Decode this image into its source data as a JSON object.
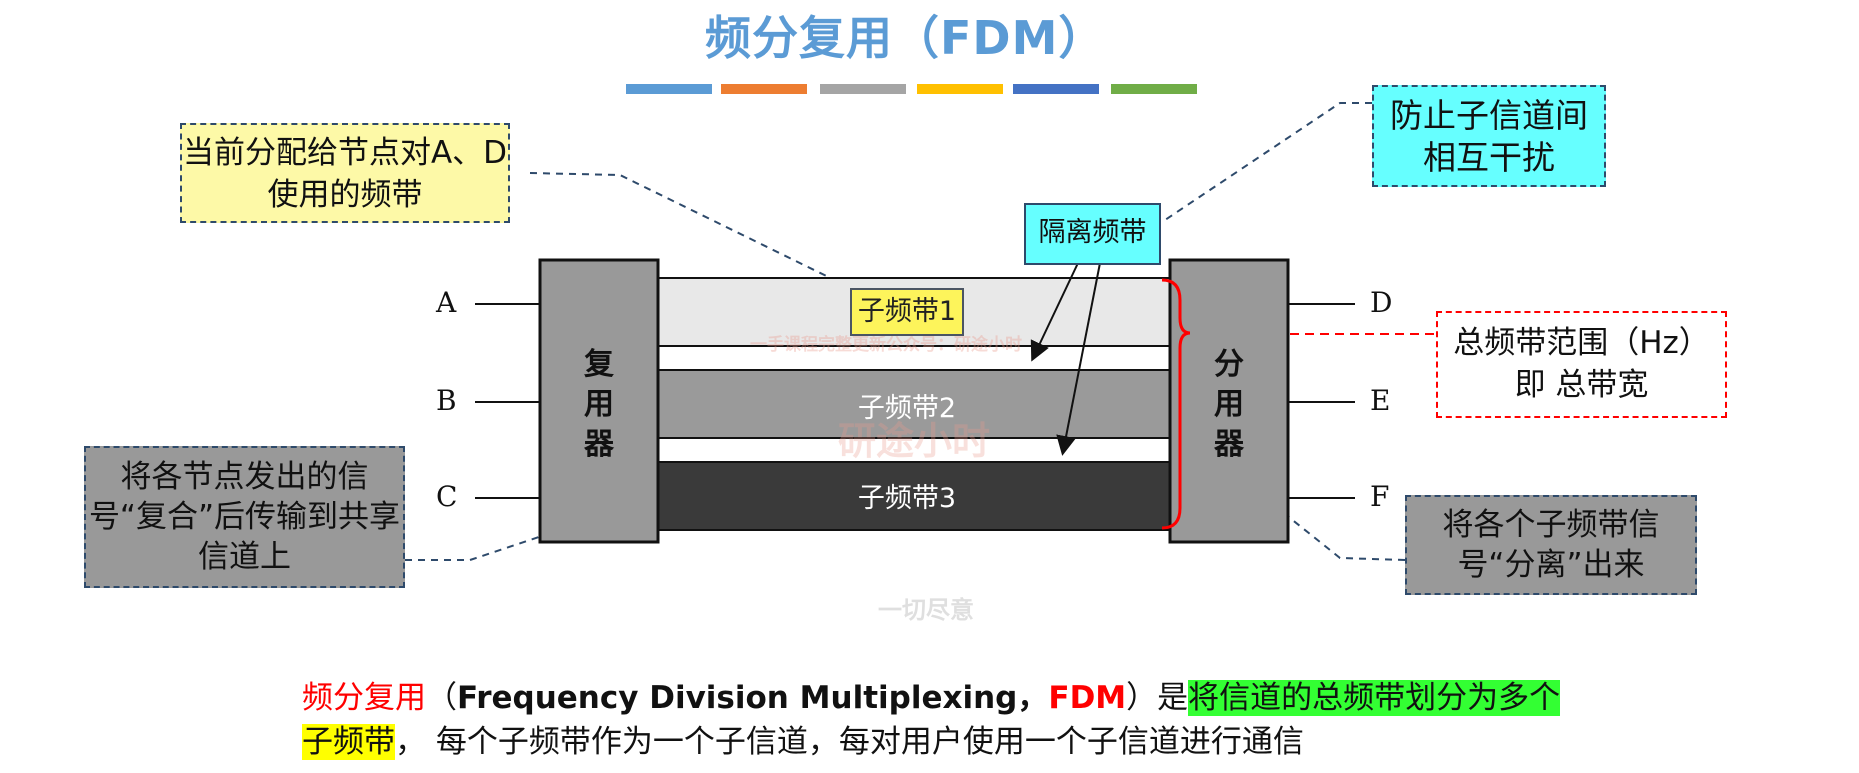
{
  "title": "频分复用（FDM）",
  "color_bars": [
    "#5b9bd5",
    "#ed7d31",
    "#a5a5a5",
    "#ffc000",
    "#4472c4",
    "#70ad47"
  ],
  "nodes_left": [
    "A",
    "B",
    "C"
  ],
  "nodes_right": [
    "D",
    "E",
    "F"
  ],
  "multiplexer": "复用器",
  "demultiplexer": "分用器",
  "bands": [
    "子频带1",
    "子频带2",
    "子频带3"
  ],
  "isolation_band": "隔离频带",
  "notes": {
    "assigned_band": "当前分配给节点对A、D使用的频带",
    "prevent_interference": "防止子信道间相互干扰",
    "combine": "将各节点发出的信号“复合”后传输到共享信道上",
    "separate": "将各个子频带信号“分离”出来",
    "total_band": "总频带范围（Hz）即 总带宽"
  },
  "bottom_text": {
    "term": "频分复用",
    "paren_open": "（",
    "english": "Frequency Division Multiplexing，",
    "abbr": "FDM",
    "paren_close": "）是",
    "highlight_green": "将信道的总频带划分为多个",
    "highlight_yellow": "子频带",
    "rest": "， 每个子频带作为一个子信道，每对用户使用一个子信道进行通信"
  },
  "watermark": {
    "line1": "一手课程完整更新公众号：研途小时",
    "line2": "研途小时",
    "line3": "一切尽意"
  }
}
